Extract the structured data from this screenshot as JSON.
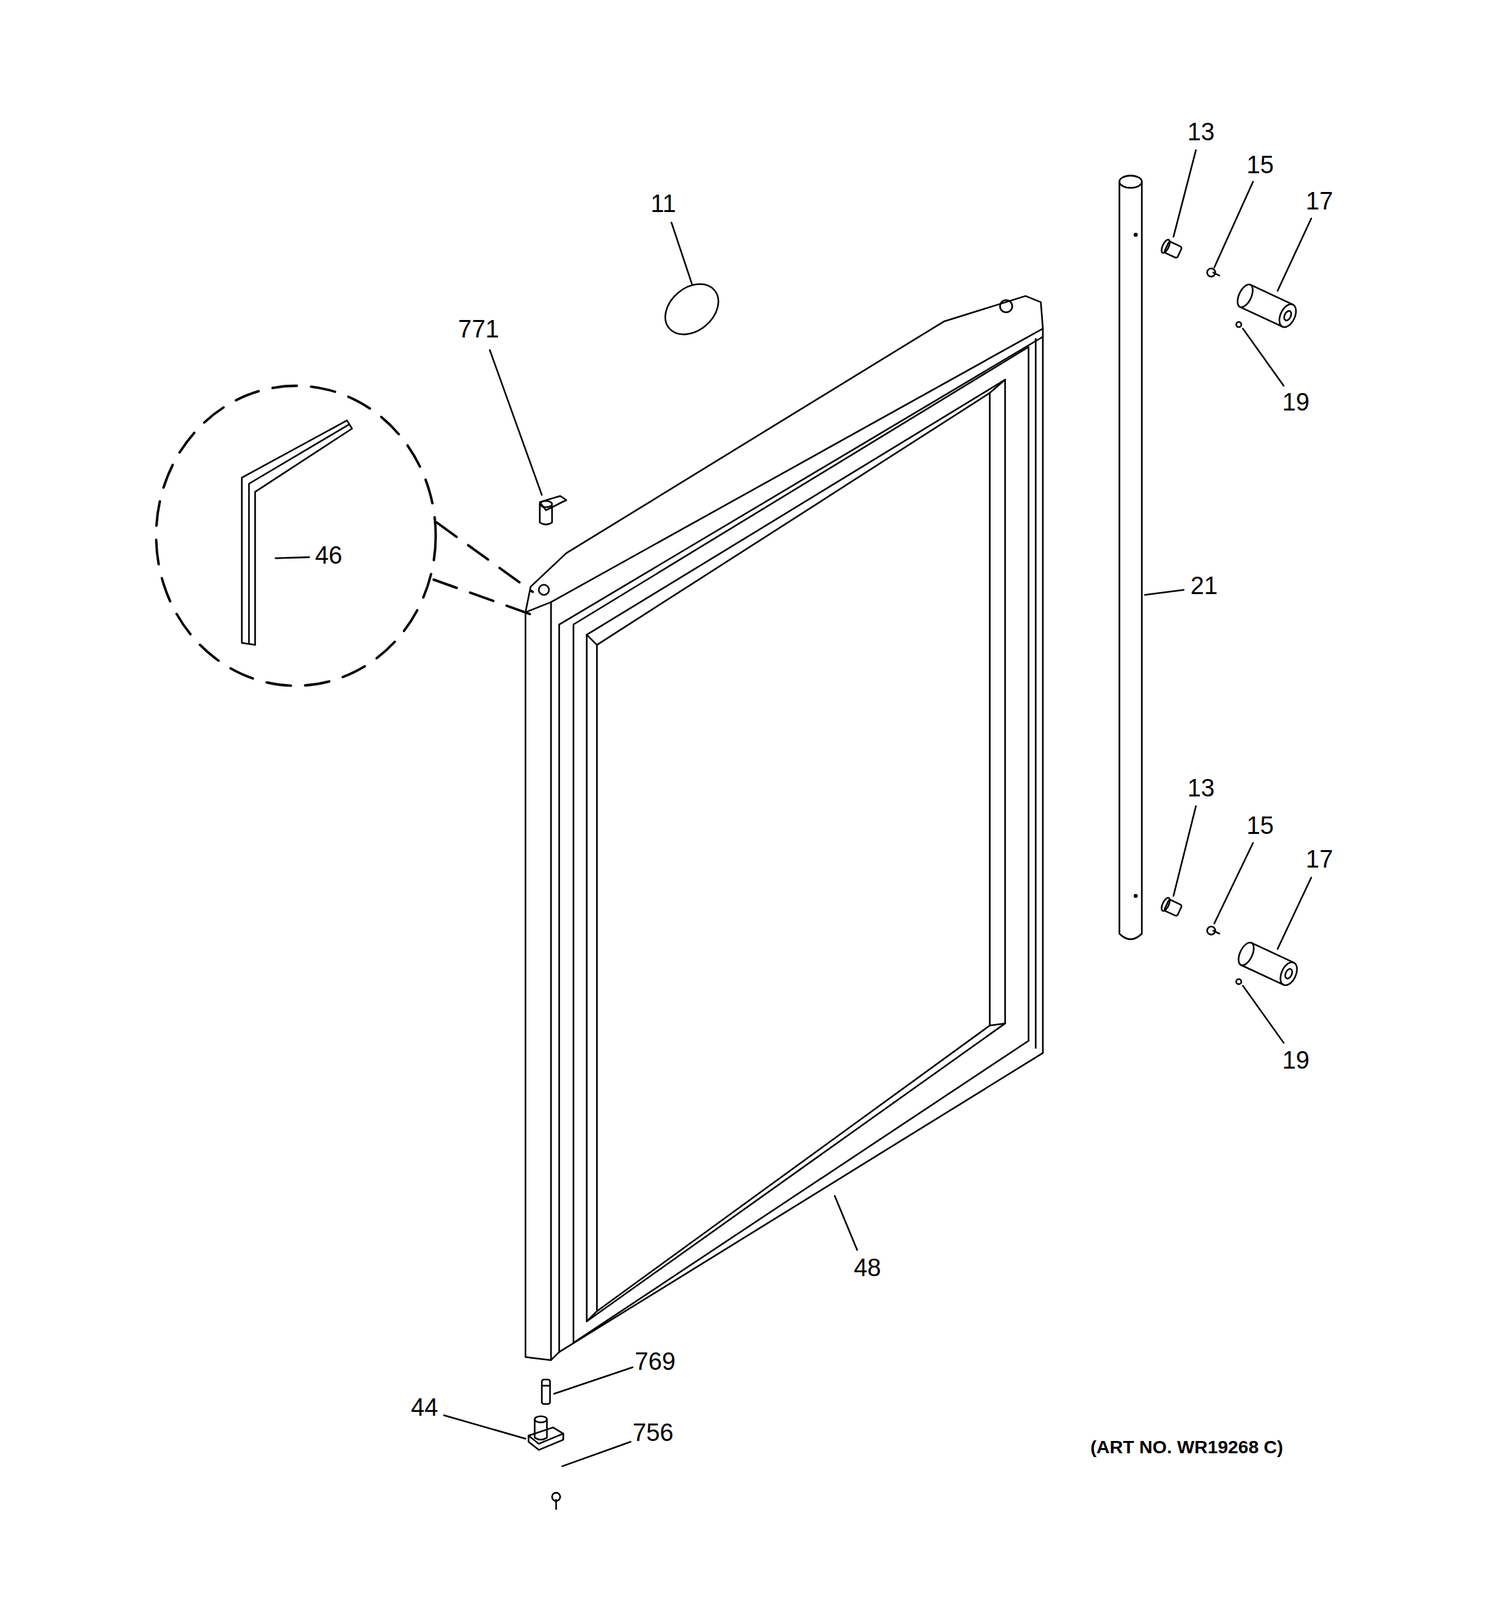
{
  "diagram": {
    "labels": [
      "13",
      "15",
      "17",
      "11",
      "771",
      "19",
      "46",
      "21",
      "13",
      "15",
      "17",
      "19",
      "48",
      "769",
      "44",
      "756",
      "(ART NO. WR19268 C)"
    ]
  }
}
